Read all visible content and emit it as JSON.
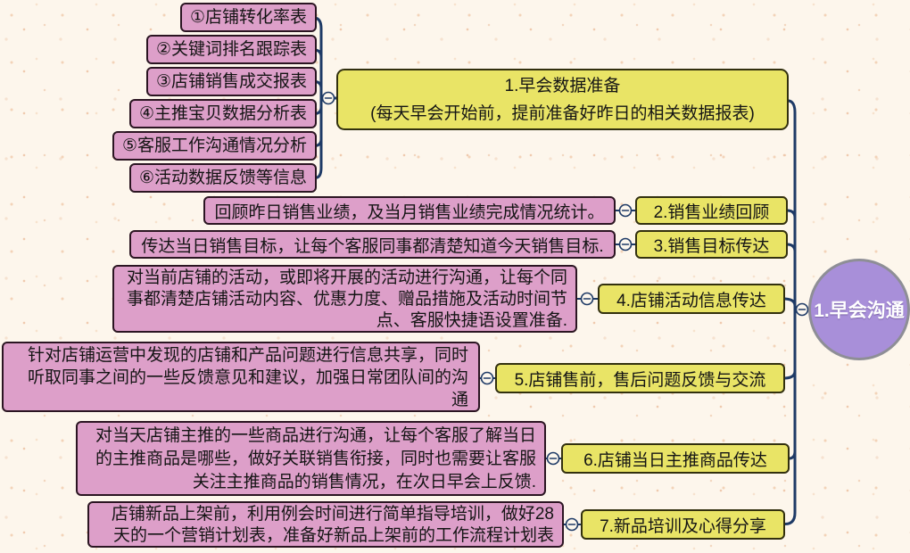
{
  "root": {
    "label": "1.早会沟通"
  },
  "branch1": {
    "title": "1.早会数据准备",
    "subtitle": "(每天早会开始前，提前准备好昨日的相关数据报表)",
    "items": [
      {
        "label": "①店铺转化率表"
      },
      {
        "label": "②关键词排名跟踪表"
      },
      {
        "label": "③店铺销售成交报表"
      },
      {
        "label": "④主推宝贝数据分析表"
      },
      {
        "label": "⑤客服工作沟通情况分析"
      },
      {
        "label": "⑥活动数据反馈等信息"
      }
    ]
  },
  "branches": [
    {
      "topic": "2.销售业绩回顾",
      "note": "回顾昨日销售业绩，及当月销售业绩完成情况统计。"
    },
    {
      "topic": "3.销售目标传达",
      "note": "传达当日销售目标，让每个客服同事都清楚知道今天销售目标."
    },
    {
      "topic": "4.店铺活动信息传达",
      "note": "对当前店铺的活动，或即将开展的活动进行沟通，让每个同事都清楚店铺活动内容、优惠力度、赠品措施及活动时间节点、客服快捷语设置准备."
    },
    {
      "topic": "5.店铺售前，售后问题反馈与交流",
      "note": "针对店铺运营中发现的店铺和产品问题进行信息共享，同时听取同事之间的一些反馈意见和建议，加强日常团队间的沟通"
    },
    {
      "topic": "6.店铺当日主推商品传达",
      "note": "对当天店铺主推的一些商品进行沟通，让每个客服了解当日的主推商品是哪些，做好关联销售衔接，同时也需要让客服关注主推商品的销售情况，在次日早会上反馈."
    },
    {
      "topic": "7.新品培训及心得分享",
      "note": "店铺新品上架前，利用例会时间进行简单指导培训，做好28天的一个营销计划表，准备好新品上架前的工作流程计划表"
    }
  ],
  "icons": {
    "collapse": "minus-in-circle"
  },
  "colors": {
    "background": "#fdf6ec",
    "branch_fill": "#e9e466",
    "detail_fill": "#dd9fc9",
    "root_fill": "#a88fd9",
    "connector": "#1e3a66"
  }
}
